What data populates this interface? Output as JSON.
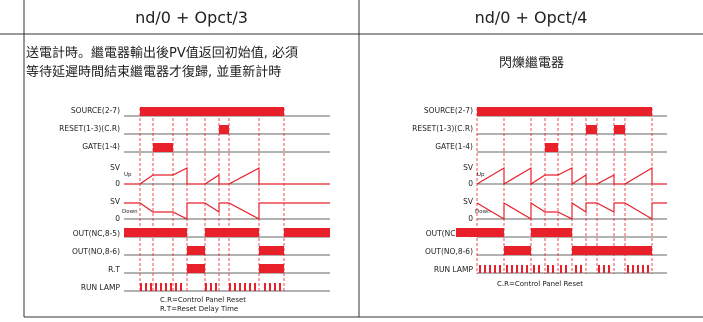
{
  "left": {
    "title": "nd/0 + Opct/3",
    "desc_line1": "送電計時。繼電器輸出後PV值返回初始值, 必須",
    "desc_line2": "等待延遲時間結束繼電器才復歸, 並重新計時",
    "labels": {
      "source": "SOURCE(2-7)",
      "reset": "RESET(1-3)(C.R)",
      "gate": "GATE(1-4)",
      "sv1": "SV",
      "zero1": "0",
      "up": "Up",
      "sv2": "SV",
      "zero2": "0",
      "down": "Down",
      "out_nc": "OUT(NC,8-5)",
      "out_no": "OUT(NO,8-6)",
      "rt": "R.T",
      "run": "RUN LAMP"
    },
    "notes": [
      "C.R=Control Panel Reset",
      "R.T=Reset Delay Time"
    ]
  },
  "right": {
    "title": "nd/0 + Opct/4",
    "desc": "閃爍繼電器",
    "labels": {
      "source": "SOURCE(2-7)",
      "reset": "RESET(1-3)(C.R)",
      "gate": "GATE(1-4)",
      "sv1": "SV",
      "zero1": "0",
      "up": "Up",
      "sv2": "SV",
      "zero2": "0",
      "down": "Down",
      "out_nc": "OUT(NC,8-5)",
      "out_no": "OUT(NO,8-6)",
      "run": "RUN LAMP"
    },
    "notes": [
      "C.R=Control Panel Reset"
    ]
  },
  "colors": {
    "signal": "#e8202a",
    "line": "#333333",
    "dash": "#e8202a"
  }
}
